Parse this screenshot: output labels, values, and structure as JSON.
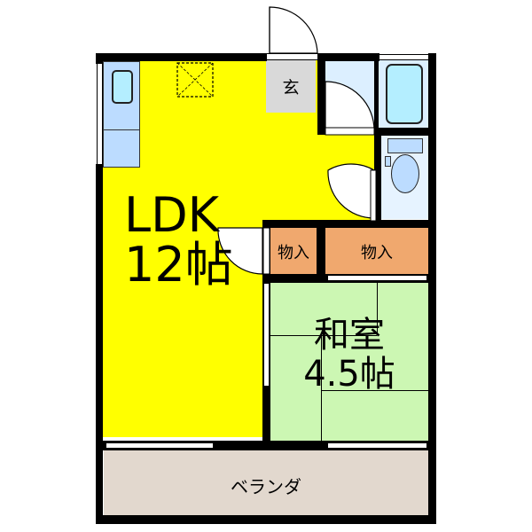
{
  "colors": {
    "ldk": "#ffff00",
    "washitsu": "#ccf7b3",
    "closet": "#f0a86e",
    "entrance": "#d9d9d9",
    "veranda": "#e2d8ce",
    "bath_area": "#dcefff",
    "fixture": "#bcdcff",
    "tub": "#b4eeff",
    "wall": "#000000"
  },
  "rooms": {
    "ldk": {
      "name": "LDK",
      "size": "12帖"
    },
    "washitsu": {
      "name": "和室",
      "size": "4.5帖"
    },
    "closet_small": {
      "name": "物入"
    },
    "closet_large": {
      "name": "物入"
    },
    "entrance": {
      "name": "玄"
    },
    "veranda": {
      "name": "ベランダ"
    }
  },
  "fixtures": [
    "kitchen-counter",
    "sink",
    "bathtub",
    "toilet",
    "ceiling-hatch"
  ]
}
